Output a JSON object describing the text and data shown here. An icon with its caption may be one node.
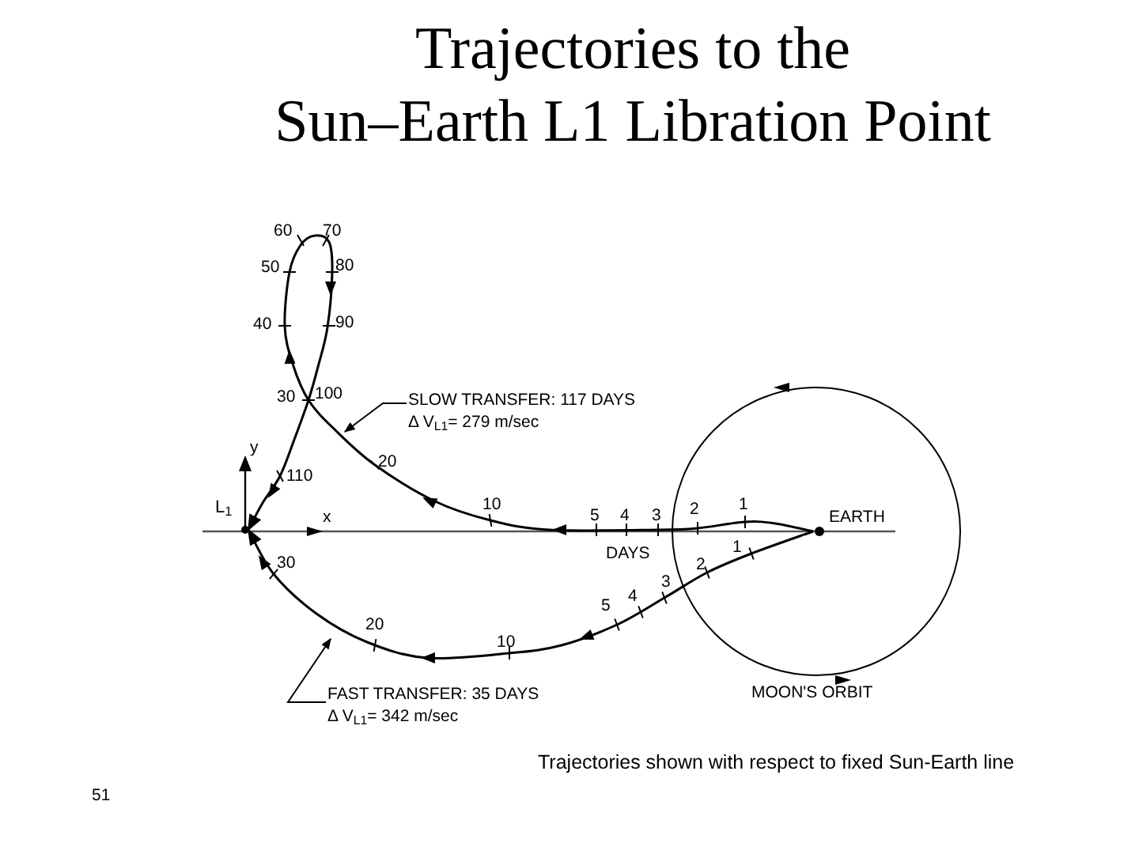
{
  "diagram": {
    "title": "Trajectories to the Sun–Earth L1 Libration Point",
    "caption": "Trajectories shown with respect to fixed Sun-Earth line",
    "nodes": [
      {
        "text": [
          "L$_{1}$"
        ]
      },
      {
        "text": [
          "EARTH"
        ]
      },
      {
        "text": [
          "SLOW TRANSFER: 117 DAYS",
          "Δ V$_{L1}$= 279 m/sec"
        ]
      },
      {
        "text": [
          "FAST TRANSFER: 35 DAYS",
          "Δ V$_{L1}$= 342 m/sec"
        ]
      }
    ],
    "edges": [
      {
        "from": 1,
        "to": 0,
        "arrow": "to"
      },
      {
        "from": 1,
        "to": 0,
        "arrow": "to"
      },
      {
        "from": 2,
        "to": null,
        "arrow": "to"
      },
      {
        "from": 3,
        "to": null,
        "arrow": "to"
      }
    ],
    "labels": [
      "60",
      "70",
      "50",
      "80",
      "40",
      "90",
      "30",
      "100",
      "y",
      "20",
      "110",
      "10",
      "x",
      "5",
      "4",
      "3",
      "2",
      "1",
      "1",
      "DAYS",
      "30",
      "2",
      "3",
      "4",
      "5",
      "20",
      "10",
      "MOON'S ORBIT",
      "51"
    ]
  }
}
